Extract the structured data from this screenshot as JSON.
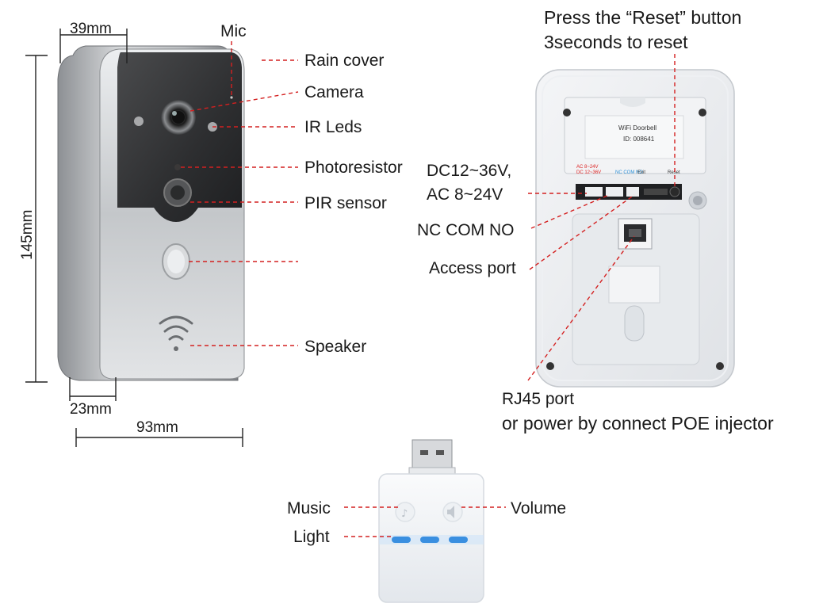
{
  "front_view": {
    "dimensions": {
      "depth_top": "39mm",
      "height": "145mm",
      "depth_bottom": "23mm",
      "width": "93mm"
    },
    "labels": {
      "mic": "Mic",
      "rain_cover": "Rain cover",
      "camera": "Camera",
      "ir_leds": "IR Leds",
      "photoresistor": "Photoresistor",
      "pir_sensor": "PIR sensor",
      "speaker": "Speaker"
    }
  },
  "back_view": {
    "reset_note_line1": "Press the “Reset” button",
    "reset_note_line2": "3seconds to reset",
    "power_line1": "DC12~36V,",
    "power_line2": "AC 8~24V",
    "relay": "NC COM NO",
    "access_port": "Access port",
    "rj45_line1": "RJ45 port",
    "rj45_line2": "or power by connect POE injector",
    "sticker": {
      "title": "WiFi Doorbell",
      "id": "ID: 008641"
    },
    "terminal_labels": {
      "ac": "AC 8~24V",
      "dc": "DC 12~36V",
      "relay": "NC COM NO",
      "exit": "Exit",
      "reset": "Reset"
    }
  },
  "usb_chime": {
    "music": "Music",
    "volume": "Volume",
    "light": "Light"
  },
  "colors": {
    "leader": "#d42020",
    "light_bar": "#3a8fe0",
    "metal": "#c9cbce"
  }
}
